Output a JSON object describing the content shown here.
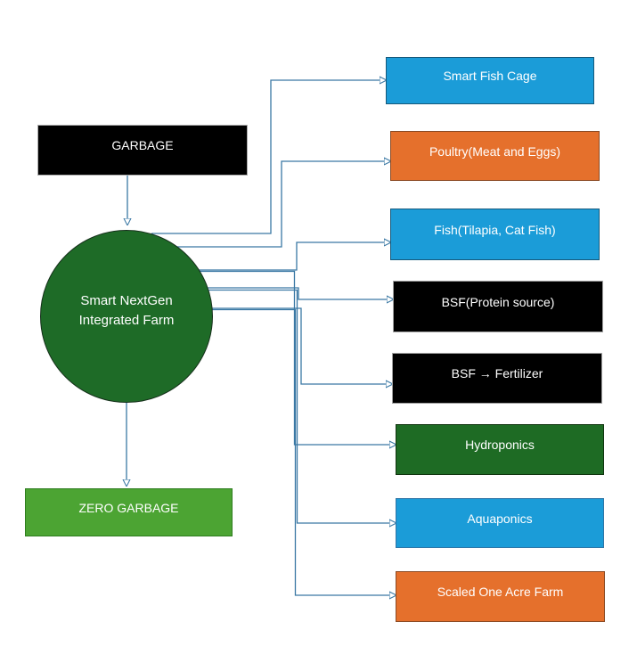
{
  "diagram": {
    "input_box": {
      "label": "GARBAGE",
      "fill": "#000000",
      "border": "#ABABAB",
      "text_color": "#FFFFFF"
    },
    "hub": {
      "label_line1": "Smart NextGen",
      "label_line2": "Integrated Farm",
      "fill": "#1E6B27",
      "border": "#16301B",
      "text_color": "#FFFFFF"
    },
    "output_box": {
      "label": "ZERO GARBAGE",
      "fill": "#4CA433",
      "border": "#2E7D1F",
      "text_color": "#FFFFFF"
    },
    "branches": [
      {
        "label": "Smart Fish Cage",
        "fill": "#1B9CD8",
        "border": "#15597C",
        "text_color": "#FFFFFF"
      },
      {
        "label": "Poultry(Meat and Eggs)",
        "fill": "#E5702C",
        "border": "#8B4A24",
        "text_color": "#FFFFFF"
      },
      {
        "label": "Fish(Tilapia, Cat Fish)",
        "fill": "#1B9CD8",
        "border": "#15597C",
        "text_color": "#FFFFFF"
      },
      {
        "label": "BSF(Protein source)",
        "fill": "#000000",
        "border": "#9E9E9E",
        "text_color": "#FFFFFF"
      },
      {
        "label": "BSF → Fertilizer",
        "fill": "#000000",
        "border": "#9E9E9E",
        "text_color": "#FFFFFF"
      },
      {
        "label": "Hydroponics",
        "fill": "#1E6B24",
        "border": "#10340F",
        "text_color": "#FFFFFF"
      },
      {
        "label": "Aquaponics",
        "fill": "#1B9CD8",
        "border": "#2E75A6",
        "text_color": "#FFFFFF"
      },
      {
        "label": "Scaled One Acre Farm",
        "fill": "#E5702C",
        "border": "#8B4A24",
        "text_color": "#FFFFFF"
      }
    ],
    "connectors": {
      "line_color": "#3A78A4",
      "arrowhead_color": "#1E5C87",
      "flows": [
        "GARBAGE -> Smart NextGen Integrated Farm",
        "Smart NextGen Integrated Farm -> ZERO GARBAGE",
        "Smart NextGen Integrated Farm -> Smart Fish Cage",
        "Smart NextGen Integrated Farm -> Poultry(Meat and Eggs)",
        "Smart NextGen Integrated Farm -> Fish(Tilapia, Cat Fish)",
        "Smart NextGen Integrated Farm -> BSF(Protein source)",
        "Smart NextGen Integrated Farm -> BSF → Fertilizer",
        "Smart NextGen Integrated Farm -> Hydroponics",
        "Smart NextGen Integrated Farm -> Aquaponics",
        "Smart NextGen Integrated Farm -> Scaled One Acre Farm"
      ]
    },
    "background": "#FFFFFF"
  }
}
